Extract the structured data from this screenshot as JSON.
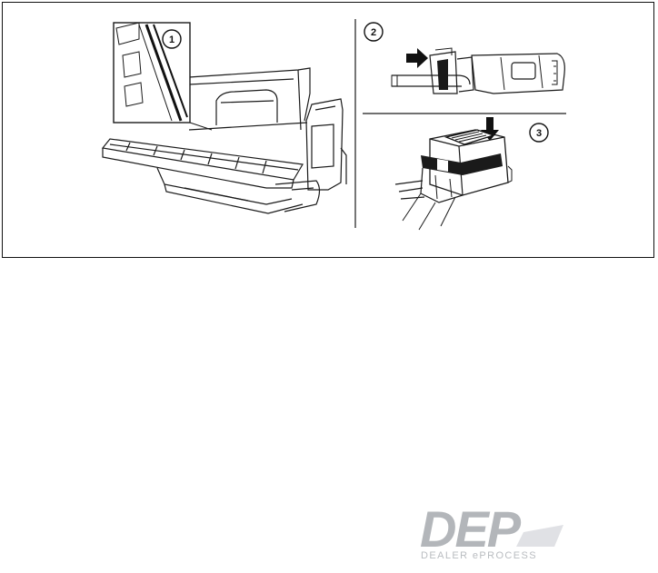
{
  "figure": {
    "callouts": [
      {
        "label": "1"
      },
      {
        "label": "2"
      },
      {
        "label": "3"
      }
    ]
  },
  "watermark": {
    "logo_text": "DEP",
    "sub_text": "DEALER ePROCESS",
    "color_dark": "#b3b6ba",
    "color_accent": "#d8dade"
  },
  "colors": {
    "line": "#1a1a1a",
    "fill_dark": "#111111",
    "background": "#ffffff"
  }
}
